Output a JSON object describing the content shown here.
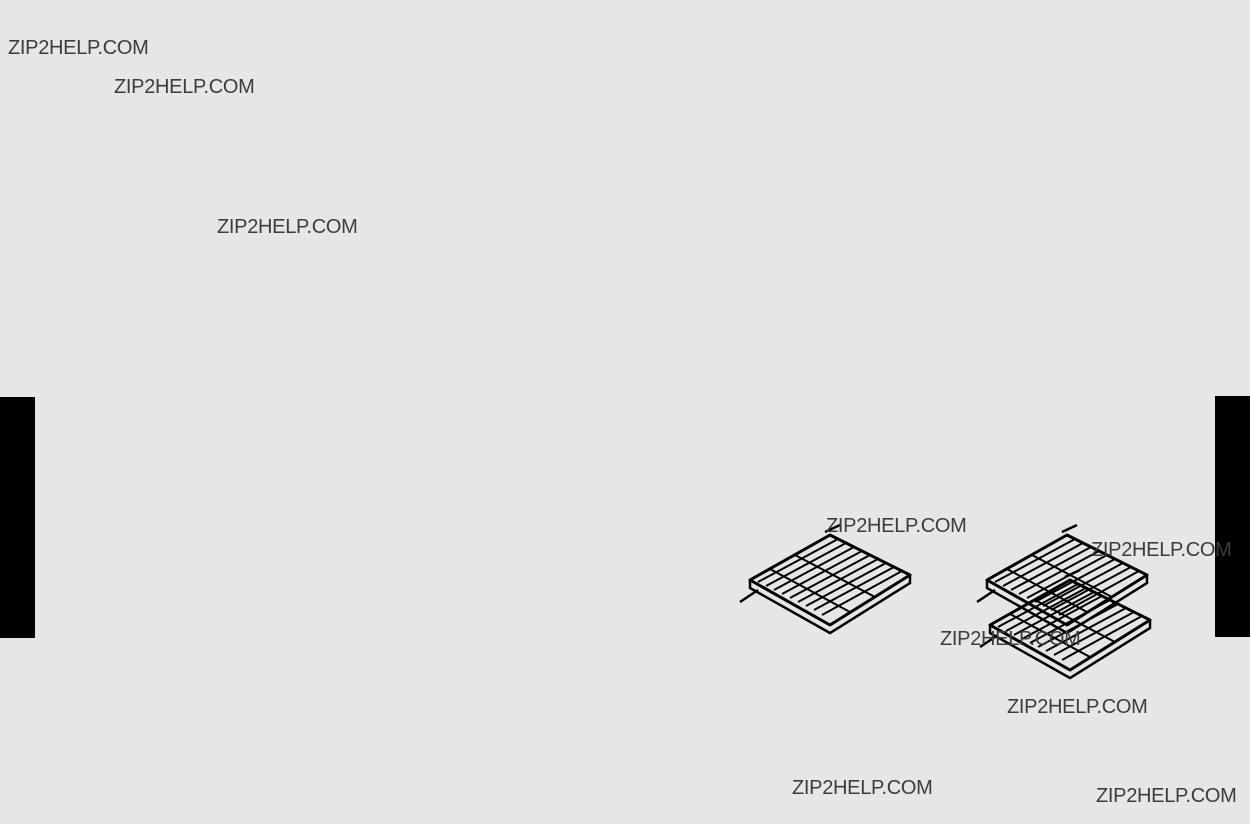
{
  "watermarks": [
    "ZIP2HELP.COM",
    "ZIP2HELP.COM",
    "ZIP2HELP.COM",
    "ZIP2HELP.COM",
    "ZIP2HELP.COM",
    "ZIP2HELP.COM",
    "ZIP2HELP.COM",
    "ZIP2HELP.COM",
    "ZIP2HELP.COM"
  ],
  "colors": {
    "background": "#e6e6e6",
    "tab": "#000000",
    "watermark": "#3c3c3c",
    "line_art": "#000000"
  },
  "illustration": {
    "subject": "oven-racks",
    "count": 3
  }
}
